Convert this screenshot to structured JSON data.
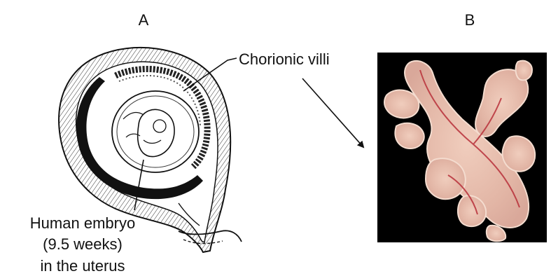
{
  "panels": {
    "a": {
      "letter": "A"
    },
    "b": {
      "letter": "B"
    }
  },
  "labels": {
    "chorionic_villi": "Chorionic villi",
    "embryo_line1": "Human embryo",
    "embryo_line2": "(9.5 weeks)",
    "embryo_line3": "in the uterus"
  },
  "colors": {
    "ink": "#111111",
    "photo_background": "#000000",
    "villi_tissue": "#e8c7b8",
    "villi_blood": "#b8303a"
  }
}
